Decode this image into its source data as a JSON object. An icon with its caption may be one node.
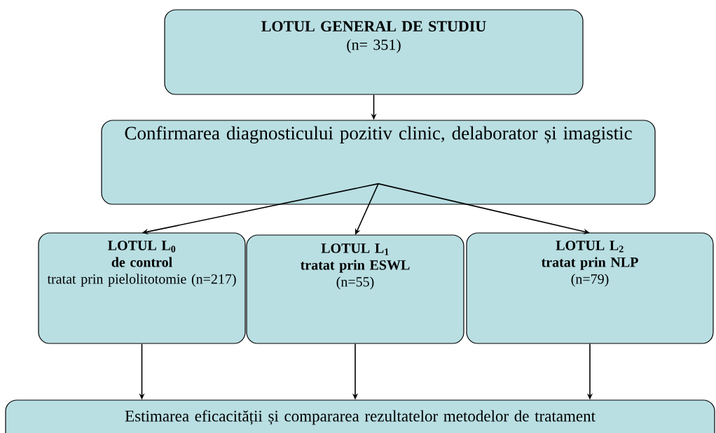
{
  "diagram": {
    "nodes": [
      {
        "text": [
          "LOTUL GENERAL DE STUDIU",
          "(n= 351)"
        ]
      },
      {
        "text": [
          "Confirmarea diagnosticului pozitiv clinic, delaborator și imagistic"
        ]
      },
      {
        "text": [
          "LOTUL L$_{0}$",
          "de control",
          "tratat prin pielolitotomie (n=217)"
        ]
      },
      {
        "text": [
          "LOTUL L$_{1}$",
          "tratat prin ESWL",
          "(n=55)"
        ]
      },
      {
        "text": [
          "LOTUL L$_{2}$",
          "tratat prin NLP",
          "(n=79)"
        ]
      },
      {
        "text": [
          "Estimarea eficacității și compararea rezultatelor metodelor de tratament"
        ]
      }
    ],
    "edges": [
      {
        "from": 0,
        "to": 1,
        "arrow": "to"
      },
      {
        "from": 1,
        "to": 2,
        "arrow": "to"
      },
      {
        "from": 1,
        "to": 3,
        "arrow": "to"
      },
      {
        "from": 1,
        "to": 4,
        "arrow": "to"
      },
      {
        "from": 2,
        "to": 5,
        "arrow": "to"
      },
      {
        "from": 3,
        "to": 5,
        "arrow": "to"
      },
      {
        "from": 4,
        "to": 5,
        "arrow": "to"
      }
    ]
  }
}
